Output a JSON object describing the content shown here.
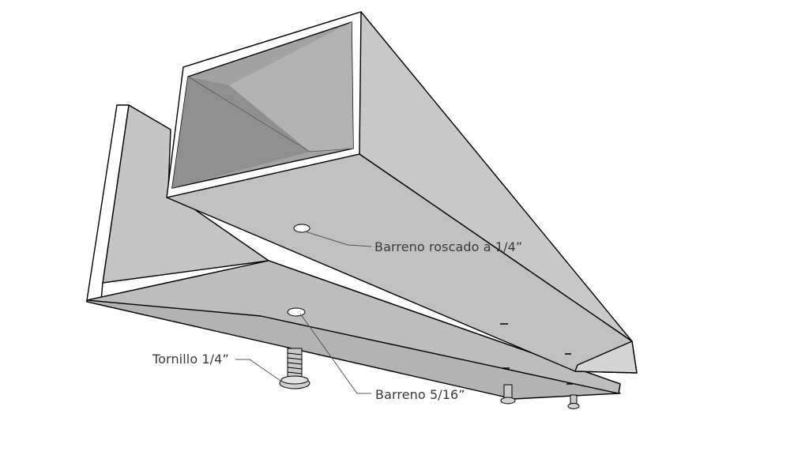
{
  "labels": {
    "threaded_hole": "Barreno roscado a 1/4”",
    "bolt": "Tornillo 1/4”",
    "clearance_hole": "Barreno 5/16”"
  },
  "colors": {
    "face_light": "#c2c2c2",
    "face_mid": "#b9b9b9",
    "face_dark": "#a3a3a3",
    "face_inner": "#9e9e9e",
    "edge": "#000000",
    "background": "#ffffff",
    "text": "#3a3a3a",
    "leader": "#555555"
  }
}
